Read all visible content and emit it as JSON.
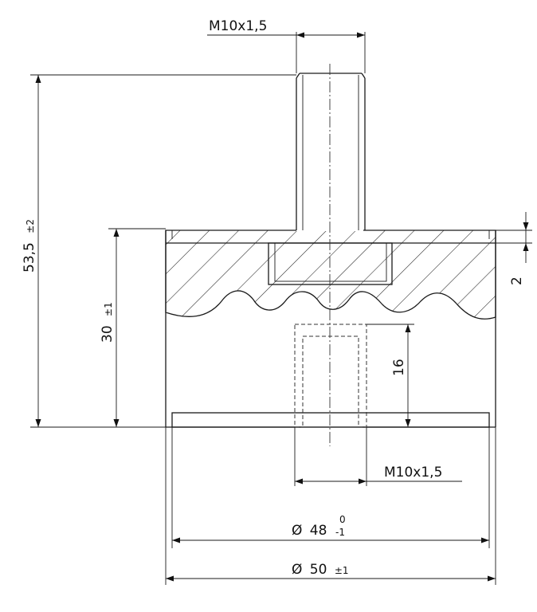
{
  "dimensions": {
    "thread_top": "M10x1,5",
    "thread_bottom": "M10x1,5",
    "total_height": "53,5",
    "total_height_tol": "±2",
    "body_height": "30",
    "body_height_tol": "±1",
    "plate_thickness": "2",
    "thread_depth": "16",
    "diameter_symbol": "Ø",
    "inner_diameter": "48",
    "inner_diameter_tol_upper": "0",
    "inner_diameter_tol_lower": "-1",
    "outer_diameter": "50",
    "outer_diameter_tol": "±1"
  }
}
